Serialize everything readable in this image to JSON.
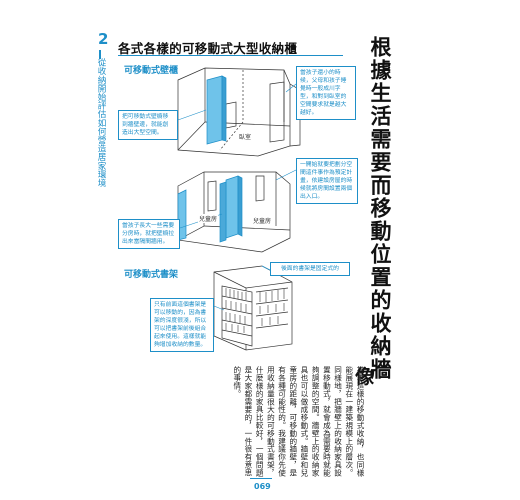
{
  "chapter": {
    "number": "2",
    "subtitle": "從收納開始評估如何營造居家環境"
  },
  "section_title": "各式各樣的可移動式大型收納櫃",
  "big_heading": "根據生活需要而移動位置的收納牆",
  "subsections": {
    "wall": "可移動式壁櫃",
    "shelf": "可移動式書架"
  },
  "rooms": {
    "bedroom": "臥室",
    "kids_left": "兒童房",
    "kids_right": "兒童房"
  },
  "callouts": {
    "c1": "當孩子還小的時候，父母和孩子睡覺時一般成川字型，和對到臥室的空間要求就是越大越好。",
    "c2": "把可移動式壁櫥移到牆壁邊，就能創造出大型空間。",
    "c3": "一開始就要把劃分空間這件事作為預定計畫，依建設房屋的時候就將房間設置兩個出入口。",
    "c4": "當孩子長大一些需要分房時，就把壁櫥拉出來當隔間牆用。",
    "c5": "後面的書架是固定式的",
    "c6": "只有前面這個書架是可以移動的，因為書架的深度很淺，所以可以把書架前後組合起來使用。這樣就能夠增加收納的數量。"
  },
  "body": {
    "drop_cap": "像",
    "text": "推車這樣的移動式收納，也同樣能展現在一建築規模上的層次。同樣地，把牆壁上的收納家具設置移動式，就會成為需要時就能夠調整的空間。牆壁上的收納家具也可以做成移動式。牆壁和兒童房的距離，可移動的牆壁，是有各種可能性的。我建議你先使用收納量很大的可移動式書架，什麼樣的家具比較好，一個問題是大家都需要的，一件很有意思的事情。"
  },
  "page_number": "069",
  "colors": {
    "accent": "#1e8fc8",
    "wall_panel": "#6fc3ea"
  }
}
